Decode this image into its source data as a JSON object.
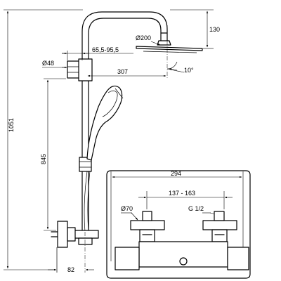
{
  "dimensions": {
    "head_drop": "130",
    "head_diameter": "Ø200",
    "bracket_range": "65,5-95,5",
    "slider_diameter": "Ø48",
    "arm_reach": "307",
    "head_angle": "10°",
    "total_height": "1051",
    "bar_height": "845",
    "wall_offset": "82",
    "body_width": "294",
    "centres": "137 - 163",
    "rosette_diameter": "Ø70",
    "thread": "G 1/2"
  }
}
